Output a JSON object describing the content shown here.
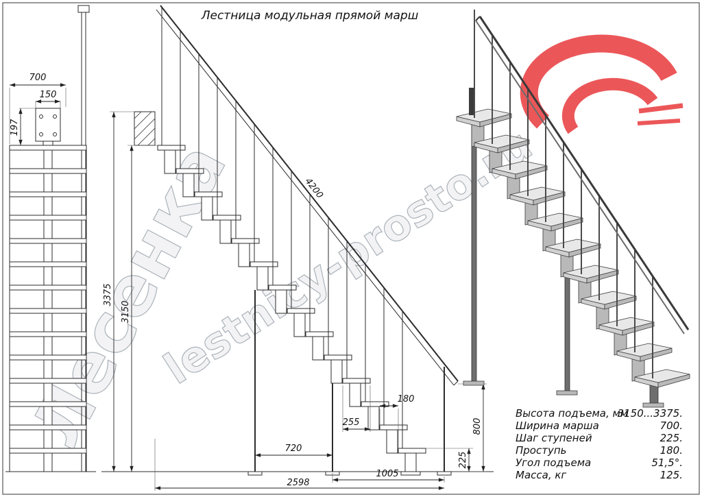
{
  "title": "Лестница модульная прямой марш",
  "watermark": {
    "site": "lestnicy-prosto.ru",
    "brand": "Лесенка"
  },
  "front_view": {
    "width_mm": "700",
    "plate_width_mm": "150",
    "plate_offset_mm": "197"
  },
  "side_view": {
    "height_max_mm": "3375",
    "height_clear_mm": "3150",
    "rail_length_mm": "4200",
    "going_mm": "180",
    "tread_mm": "255",
    "post_span_mm": "720",
    "end_span_mm": "1005",
    "total_run_mm": "2598",
    "last_rise_mm": "225",
    "rail_end_height_mm": "800"
  },
  "specs": {
    "rows": [
      {
        "label": "Высота подъема, мм",
        "value": "3150...3375."
      },
      {
        "label": "Ширина марша",
        "value": "700."
      },
      {
        "label": "Шаг ступеней",
        "value": "225."
      },
      {
        "label": "Проступь",
        "value": "180."
      },
      {
        "label": "Угол подъема",
        "value": "51,5°."
      },
      {
        "label": "Масса, кг",
        "value": "125."
      }
    ]
  }
}
